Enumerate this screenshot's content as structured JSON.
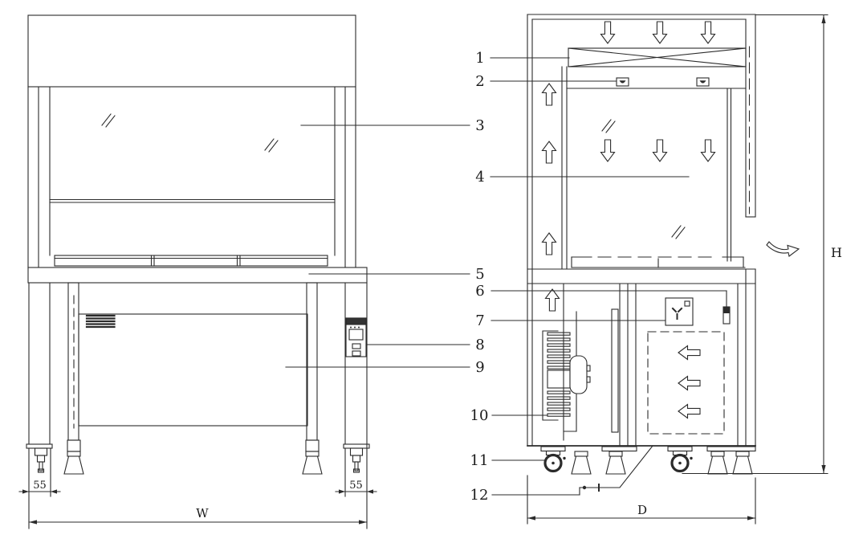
{
  "callouts": [
    "1",
    "2",
    "3",
    "4",
    "5",
    "6",
    "7",
    "8",
    "9",
    "10",
    "11",
    "12"
  ],
  "dimensions": {
    "width": "W",
    "depth": "D",
    "height": "H",
    "caster_offset_left": "55",
    "caster_offset_right": "55"
  }
}
